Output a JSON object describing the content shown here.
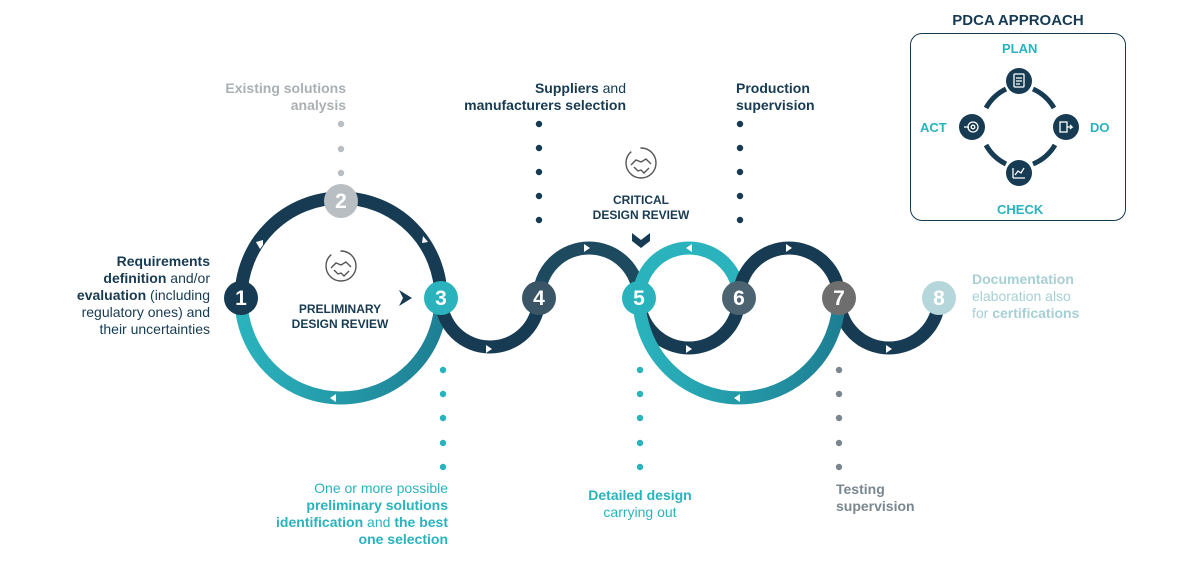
{
  "steps": [
    {
      "num": "1",
      "color": "#163b52"
    },
    {
      "num": "2",
      "color": "#b9bec2"
    },
    {
      "num": "3",
      "color": "#2ab3bd"
    },
    {
      "num": "4",
      "color": "#3a5566"
    },
    {
      "num": "5",
      "color": "#2ab3bd"
    },
    {
      "num": "6",
      "color": "#4c6472"
    },
    {
      "num": "7",
      "color": "#6e6e6e"
    },
    {
      "num": "8",
      "color": "#b5d6da"
    }
  ],
  "labels": {
    "step1": {
      "line1_b": "Requirements",
      "line2_b": "definition",
      "line2": " and/or",
      "line3_b": "evaluation",
      "line3": " (including",
      "line4": "regulatory ones) and",
      "line5": "their uncertainties"
    },
    "step2": {
      "line1": "Existing solutions",
      "line2": "analysis"
    },
    "step3": {
      "line1": "One or more possible",
      "line2_b": "preliminary solutions",
      "line3_b": "identification",
      "line3": " and ",
      "line3_b2": "the best",
      "line4_b": "one selection"
    },
    "step4": {
      "line1_b": "Suppliers",
      "line1": " and",
      "line2_b": "manufacturers selection"
    },
    "step5": {
      "line1_b": "Detailed design",
      "line2": "carrying out"
    },
    "step6": {
      "line1_b": "Production",
      "line2_b": "supervision"
    },
    "step7": {
      "line1_b": "Testing",
      "line2_b": "supervision"
    },
    "step8": {
      "line1_b": "Documentation",
      "line2": "elaboration also",
      "line3": "for ",
      "line3_b": "certifications"
    }
  },
  "reviews": {
    "preliminary": {
      "line1": "PRELIMINARY",
      "line2": "DESIGN REVIEW"
    },
    "critical": {
      "line1": "CRITICAL",
      "line2": "DESIGN REVIEW"
    }
  },
  "pdca": {
    "title": "PDCA APPROACH",
    "plan": "PLAN",
    "do": "DO",
    "check": "CHECK",
    "act": "ACT"
  },
  "colors": {
    "navy": "#163b52",
    "teal": "#2ab3bd",
    "grey": "#b9bec2"
  }
}
